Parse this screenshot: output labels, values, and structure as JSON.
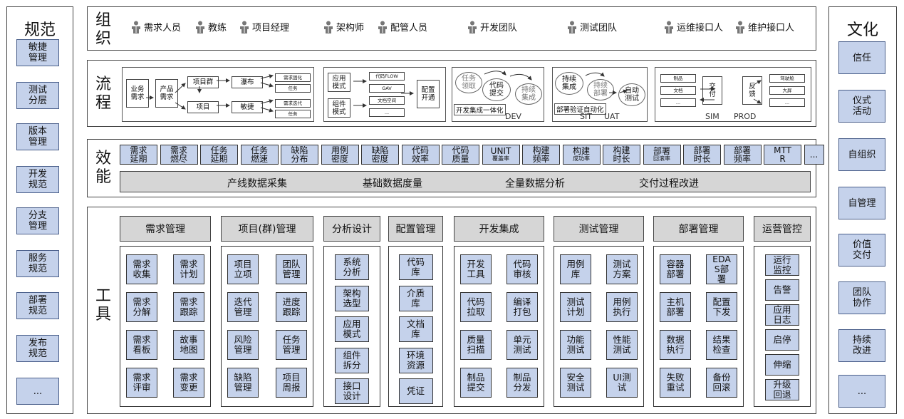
{
  "left": {
    "title": "规范",
    "items": [
      "敏捷\n管理",
      "测试\n分层",
      "版本\n管理",
      "开发\n规范",
      "分支\n管理",
      "服务\n规范",
      "部署\n规范",
      "发布\n规范",
      "..."
    ]
  },
  "right": {
    "title": "文化",
    "items": [
      "信任",
      "仪式\n活动",
      "自组织",
      "自管理",
      "价值\n交付",
      "团队\n协作",
      "持续\n改进",
      "..."
    ]
  },
  "org": {
    "label": "组\n织",
    "roles": [
      "需求人员",
      "教练",
      "项目经理",
      "架构师",
      "配管人员",
      "开发团队",
      "测试团队",
      "运维接口人",
      "维护接口人"
    ]
  },
  "process": {
    "label": "流\n程",
    "g1": {
      "req_a": "业务\n需求",
      "req_b": "产品\n需求",
      "proj_group": "项目群",
      "proj": "项目",
      "waterfall": "瀑布",
      "agile": "敏捷",
      "wf1": "需求固化",
      "wf2": "任务",
      "ag1": "需求迭代",
      "ag2": "任务"
    },
    "g2": {
      "app": "应用\n模式",
      "comp": "组件\n模式",
      "flow": "代码FLOW",
      "gav": "GAV",
      "docspace": "文档空间",
      "dots": "...",
      "open": "配置\n开通"
    },
    "g3": {
      "task": "任务\n领取",
      "commit": "代码\n提交",
      "ci": "持续\n集成",
      "devint": "开发集成一体化",
      "dev": "DEV"
    },
    "g4": {
      "ci": "持续\n集成",
      "cd": "持续\n部署",
      "auto": "自动\n测试",
      "deploy": "部署验证自动化",
      "sit": "SIT",
      "uat": "UAT"
    },
    "g5": {
      "product": "制品",
      "doc": "文档",
      "dots": "...",
      "deliver": "交\n付",
      "feedback": "反\n馈",
      "cockpit": "驾驶舱",
      "screen": "大屏",
      "dots2": "...",
      "sim": "SIM",
      "prod": "PROD"
    }
  },
  "efficiency": {
    "label": "效\n能",
    "metrics": [
      {
        "t": "需求\n延期",
        "s": ""
      },
      {
        "t": "需求\n燃尽",
        "s": ""
      },
      {
        "t": "任务\n延期",
        "s": ""
      },
      {
        "t": "任务\n燃速",
        "s": ""
      },
      {
        "t": "缺陷\n分布",
        "s": ""
      },
      {
        "t": "用例\n密度",
        "s": ""
      },
      {
        "t": "缺陷\n密度",
        "s": ""
      },
      {
        "t": "代码\n效率",
        "s": ""
      },
      {
        "t": "代码\n质量",
        "s": ""
      },
      {
        "t": "UNIT",
        "s": "覆盖率"
      },
      {
        "t": "构建\n频率",
        "s": ""
      },
      {
        "t": "构建",
        "s": "成功率"
      },
      {
        "t": "构建\n时长",
        "s": ""
      },
      {
        "t": "部署",
        "s": "回滚率"
      },
      {
        "t": "部署\n时长",
        "s": ""
      },
      {
        "t": "部署\n频率",
        "s": ""
      },
      {
        "t": "MTT\nR",
        "s": ""
      },
      {
        "t": "...",
        "s": ""
      }
    ],
    "bottom": [
      "产线数据采集",
      "基础数据度量",
      "全量数据分析",
      "交付过程改进"
    ]
  },
  "tools": {
    "label": "工\n具",
    "columns": [
      {
        "title": "需求管理",
        "items": [
          "需求\n收集",
          "需求\n计划",
          "需求\n分解",
          "需求\n跟踪",
          "需求\n看板",
          "故事\n地图",
          "需求\n评审",
          "需求\n变更"
        ]
      },
      {
        "title": "项目(群)管理",
        "items": [
          "项目\n立项",
          "团队\n管理",
          "迭代\n管理",
          "进度\n跟踪",
          "风险\n管理",
          "任务\n管理",
          "缺陷\n管理",
          "项目\n周报"
        ]
      },
      {
        "title": "分析设计",
        "items": [
          "系统\n分析",
          "架构\n选型",
          "应用\n模式",
          "组件\n拆分",
          "接口\n设计"
        ]
      },
      {
        "title": "配置管理",
        "items": [
          "代码\n库",
          "介质\n库",
          "文档\n库",
          "环境\n资源",
          "凭证"
        ]
      },
      {
        "title": "开发集成",
        "items": [
          "开发\n工具",
          "代码\n审核",
          "代码\n拉取",
          "编译\n打包",
          "质量\n扫描",
          "单元\n测试",
          "制品\n提交",
          "制品\n分发"
        ]
      },
      {
        "title": "测试管理",
        "items": [
          "用例\n库",
          "测试\n方案",
          "测试\n计划",
          "用例\n执行",
          "功能\n测试",
          "性能\n测试",
          "安全\n测试",
          "UI测\n试"
        ]
      },
      {
        "title": "部署管理",
        "items": [
          "容器\n部署",
          "EDA\nS部\n署",
          "主机\n部署",
          "配置\n下发",
          "数据\n执行",
          "结果\n检查",
          "失败\n重试",
          "备份\n回滚"
        ]
      },
      {
        "title": "运营管控",
        "items": [
          "运行\n监控",
          "告警",
          "应用\n日志",
          "启停",
          "伸缩",
          "升级\n回退"
        ]
      }
    ]
  }
}
